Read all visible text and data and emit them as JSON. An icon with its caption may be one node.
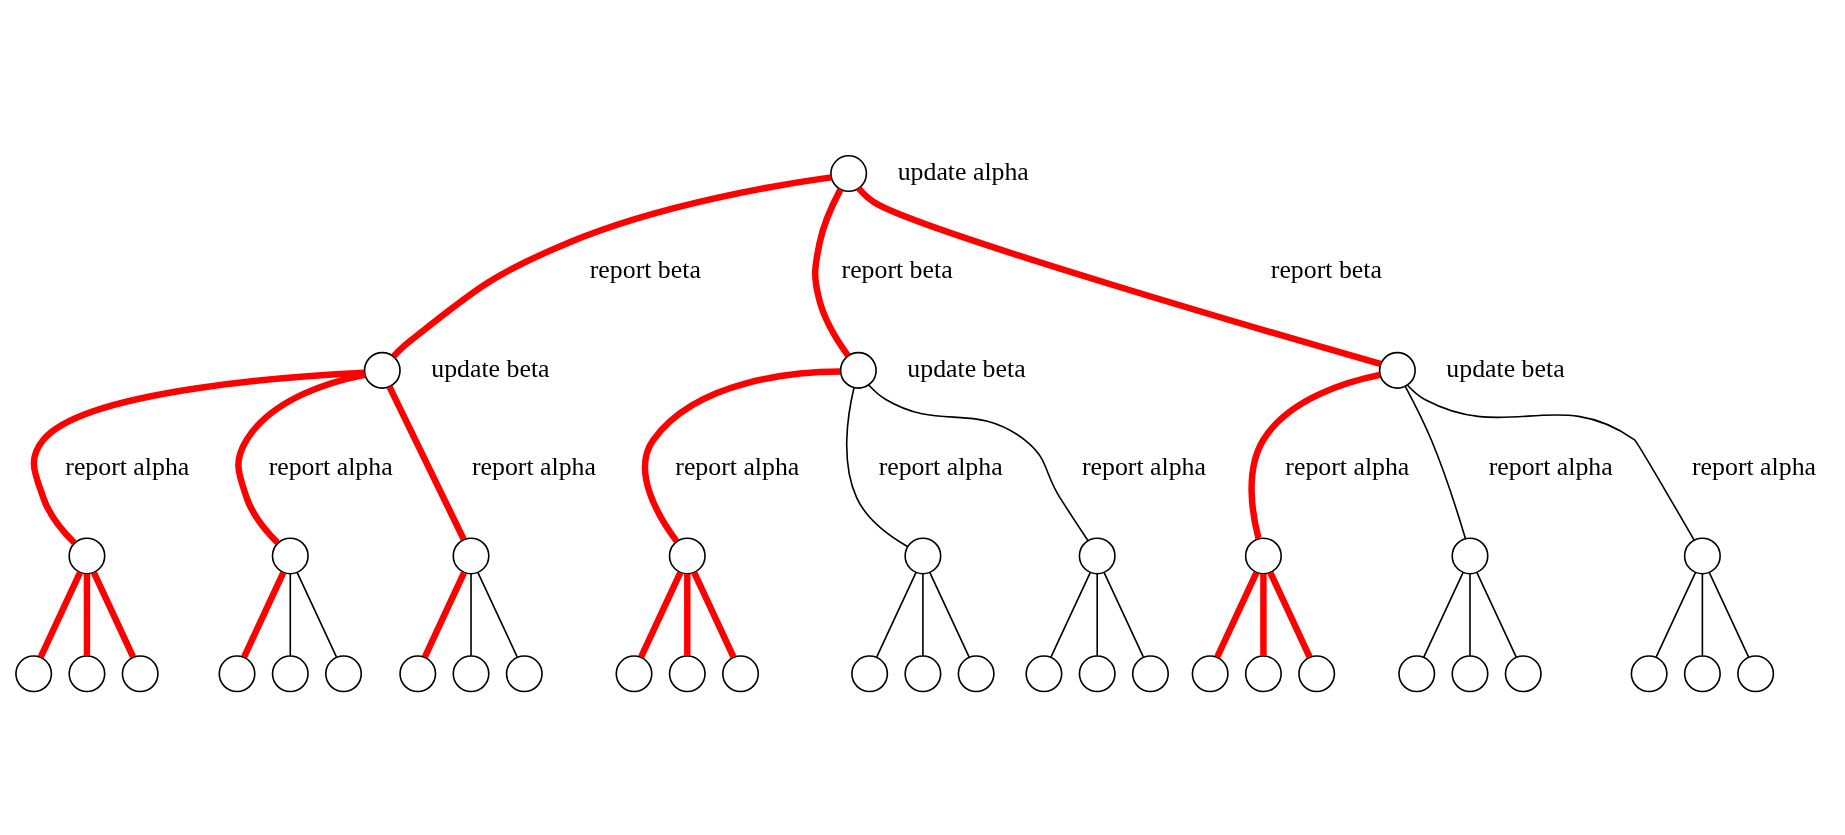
{
  "diagram": {
    "nodes": [
      {
        "text": [],
        "shape": "circle",
        "beside": [
          "update alpha"
        ]
      },
      {
        "text": [],
        "shape": "circle",
        "beside": [
          "update beta"
        ]
      },
      {
        "text": [],
        "shape": "circle",
        "beside": [
          "update beta"
        ]
      },
      {
        "text": [],
        "shape": "circle",
        "beside": [
          "update beta"
        ]
      },
      {
        "text": [],
        "shape": "circle"
      },
      {
        "text": [],
        "shape": "circle"
      },
      {
        "text": [],
        "shape": "circle"
      },
      {
        "text": [],
        "shape": "circle"
      },
      {
        "text": [],
        "shape": "circle"
      },
      {
        "text": [],
        "shape": "circle"
      },
      {
        "text": [],
        "shape": "circle"
      },
      {
        "text": [],
        "shape": "circle"
      },
      {
        "text": [],
        "shape": "circle"
      },
      {
        "text": [],
        "shape": "circle"
      },
      {
        "text": [],
        "shape": "circle"
      },
      {
        "text": [],
        "shape": "circle"
      },
      {
        "text": [],
        "shape": "circle"
      },
      {
        "text": [],
        "shape": "circle"
      },
      {
        "text": [],
        "shape": "circle"
      },
      {
        "text": [],
        "shape": "circle"
      },
      {
        "text": [],
        "shape": "circle"
      },
      {
        "text": [],
        "shape": "circle"
      },
      {
        "text": [],
        "shape": "circle"
      },
      {
        "text": [],
        "shape": "circle"
      },
      {
        "text": [],
        "shape": "circle"
      },
      {
        "text": [],
        "shape": "circle"
      },
      {
        "text": [],
        "shape": "circle"
      },
      {
        "text": [],
        "shape": "circle"
      },
      {
        "text": [],
        "shape": "circle"
      },
      {
        "text": [],
        "shape": "circle"
      },
      {
        "text": [],
        "shape": "circle"
      },
      {
        "text": [],
        "shape": "circle"
      },
      {
        "text": [],
        "shape": "circle"
      },
      {
        "text": [],
        "shape": "circle"
      },
      {
        "text": [],
        "shape": "circle"
      },
      {
        "text": [],
        "shape": "circle"
      },
      {
        "text": [],
        "shape": "circle"
      },
      {
        "text": [],
        "shape": "circle"
      },
      {
        "text": [],
        "shape": "circle"
      },
      {
        "text": [],
        "shape": "circle"
      }
    ],
    "edges": [
      {
        "from": 0,
        "to": 1,
        "arrow": "none",
        "style": "thick",
        "color": "#ff0000"
      },
      {
        "from": 0,
        "to": 2,
        "arrow": "none",
        "style": "thick",
        "color": "#ff0000"
      },
      {
        "from": 0,
        "to": 3,
        "arrow": "none",
        "style": "thick",
        "color": "#ff0000"
      },
      {
        "from": 1,
        "to": 4,
        "arrow": "none",
        "style": "thick",
        "color": "#ff0000"
      },
      {
        "from": 1,
        "to": 5,
        "arrow": "none",
        "style": "thick",
        "color": "#ff0000"
      },
      {
        "from": 1,
        "to": 6,
        "arrow": "none",
        "style": "thick",
        "color": "#ff0000"
      },
      {
        "from": 2,
        "to": 7,
        "arrow": "none",
        "style": "thick",
        "color": "#ff0000"
      },
      {
        "from": 2,
        "to": 8,
        "arrow": "none"
      },
      {
        "from": 2,
        "to": 9,
        "arrow": "none"
      },
      {
        "from": 3,
        "to": 10,
        "arrow": "none",
        "style": "thick",
        "color": "#ff0000"
      },
      {
        "from": 3,
        "to": 11,
        "arrow": "none"
      },
      {
        "from": 3,
        "to": 12,
        "arrow": "none"
      },
      {
        "from": 4,
        "to": 13,
        "arrow": "none",
        "style": "thick",
        "color": "#ff0000"
      },
      {
        "from": 4,
        "to": 14,
        "arrow": "none",
        "style": "thick",
        "color": "#ff0000"
      },
      {
        "from": 4,
        "to": 15,
        "arrow": "none",
        "style": "thick",
        "color": "#ff0000"
      },
      {
        "from": 5,
        "to": 16,
        "arrow": "none",
        "style": "thick",
        "color": "#ff0000"
      },
      {
        "from": 5,
        "to": 17,
        "arrow": "none"
      },
      {
        "from": 5,
        "to": 18,
        "arrow": "none"
      },
      {
        "from": 6,
        "to": 19,
        "arrow": "none",
        "style": "thick",
        "color": "#ff0000"
      },
      {
        "from": 6,
        "to": 20,
        "arrow": "none"
      },
      {
        "from": 6,
        "to": 21,
        "arrow": "none"
      },
      {
        "from": 7,
        "to": 22,
        "arrow": "none",
        "style": "thick",
        "color": "#ff0000"
      },
      {
        "from": 7,
        "to": 23,
        "arrow": "none",
        "style": "thick",
        "color": "#ff0000"
      },
      {
        "from": 7,
        "to": 24,
        "arrow": "none",
        "style": "thick",
        "color": "#ff0000"
      },
      {
        "from": 8,
        "to": 25,
        "arrow": "none"
      },
      {
        "from": 8,
        "to": 26,
        "arrow": "none"
      },
      {
        "from": 8,
        "to": 27,
        "arrow": "none"
      },
      {
        "from": 9,
        "to": 28,
        "arrow": "none"
      },
      {
        "from": 9,
        "to": 29,
        "arrow": "none"
      },
      {
        "from": 9,
        "to": 30,
        "arrow": "none"
      },
      {
        "from": 10,
        "to": 31,
        "arrow": "none",
        "style": "thick",
        "color": "#ff0000"
      },
      {
        "from": 10,
        "to": 32,
        "arrow": "none",
        "style": "thick",
        "color": "#ff0000"
      },
      {
        "from": 10,
        "to": 33,
        "arrow": "none",
        "style": "thick",
        "color": "#ff0000"
      },
      {
        "from": 11,
        "to": 34,
        "arrow": "none"
      },
      {
        "from": 11,
        "to": 35,
        "arrow": "none"
      },
      {
        "from": 11,
        "to": 36,
        "arrow": "none"
      },
      {
        "from": 12,
        "to": 37,
        "arrow": "none"
      },
      {
        "from": 12,
        "to": 38,
        "arrow": "none"
      },
      {
        "from": 12,
        "to": 39,
        "arrow": "none"
      }
    ],
    "labels": [
      "report beta",
      "report beta",
      "report beta",
      "report alpha",
      "report alpha",
      "report alpha",
      "report alpha",
      "report alpha",
      "report alpha",
      "report alpha",
      "report alpha",
      "report alpha"
    ]
  }
}
